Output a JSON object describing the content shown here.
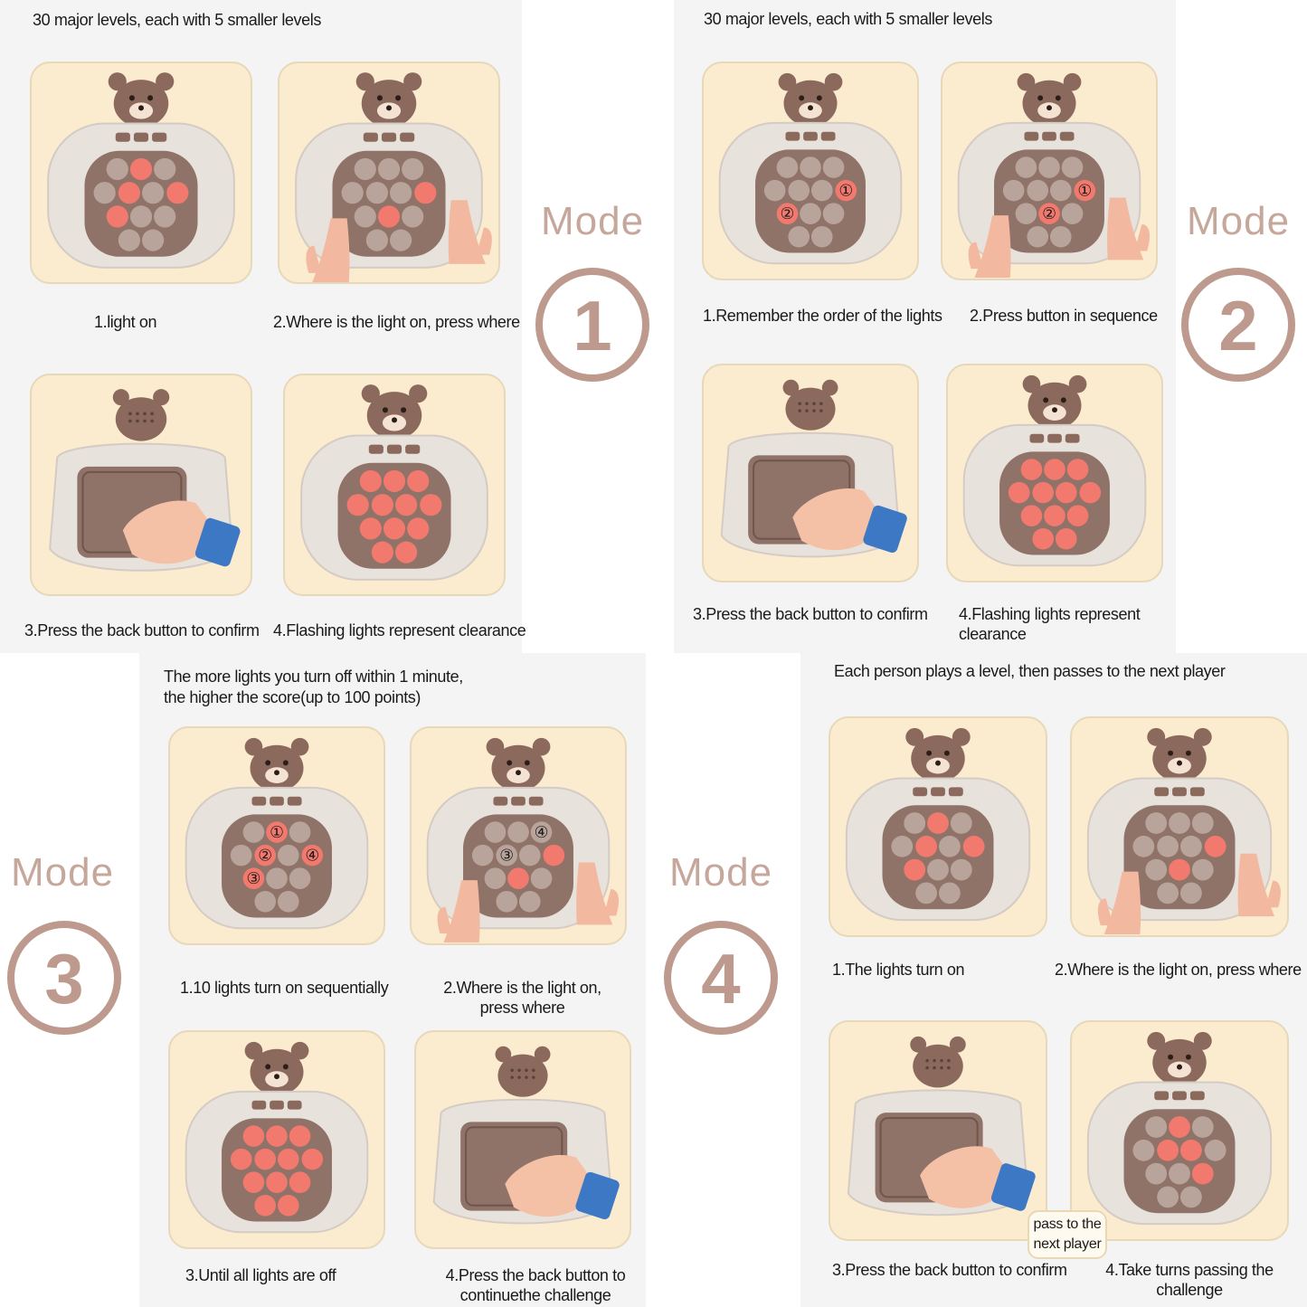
{
  "mode_word": "Mode",
  "colors": {
    "bezel": "#e8e2dc",
    "pad": "#8f7268",
    "button": "#b9a49b",
    "lit": "#f2796e",
    "bear": "#8b6a5d",
    "card_bg": "#fbeccf",
    "accent": "#bd9a8d"
  },
  "mode1": {
    "number": "1",
    "headline": "30 major levels, each with 5 smaller levels",
    "steps": [
      {
        "caption": "1.light on",
        "scene": "buttons",
        "lit": [
          1,
          4,
          6,
          7
        ],
        "labels": []
      },
      {
        "caption": "2.Where is the light on, press where",
        "scene": "buttons-hands",
        "lit": [
          8,
          6
        ],
        "labels": []
      },
      {
        "caption": "3.Press the back button to confirm",
        "scene": "back"
      },
      {
        "caption": "4.Flashing lights represent clearance",
        "scene": "buttons",
        "lit": [
          0,
          1,
          2,
          3,
          4,
          5,
          6,
          7,
          8,
          9,
          10,
          11
        ],
        "labels": []
      }
    ]
  },
  "mode2": {
    "number": "2",
    "headline": "30 major levels, each with 5 smaller levels",
    "steps": [
      {
        "caption": "1.Remember the order of the lights",
        "scene": "buttons",
        "lit": [
          6,
          7
        ],
        "labels": [
          {
            "btn": 6,
            "text": "①"
          },
          {
            "btn": 7,
            "text": "②"
          }
        ]
      },
      {
        "caption": "2.Press button in sequence",
        "scene": "buttons-hands",
        "lit": [
          6,
          8
        ],
        "labels": [
          {
            "btn": 6,
            "text": "①"
          },
          {
            "btn": 8,
            "text": "②"
          }
        ]
      },
      {
        "caption": "3.Press the back button to confirm",
        "scene": "back"
      },
      {
        "caption": "4.Flashing lights represent\nclearance",
        "scene": "buttons",
        "lit": [
          0,
          1,
          2,
          3,
          4,
          5,
          6,
          7,
          8,
          9,
          10,
          11
        ],
        "labels": []
      }
    ]
  },
  "mode3": {
    "number": "3",
    "headline": "The more lights you turn off within 1 minute,\nthe higher the score(up to 100 points)",
    "steps": [
      {
        "caption": "1.10 lights turn on sequentially",
        "scene": "buttons",
        "lit": [
          1,
          4,
          6,
          7
        ],
        "labels": [
          {
            "btn": 1,
            "text": "①"
          },
          {
            "btn": 4,
            "text": "②"
          },
          {
            "btn": 7,
            "text": "③"
          },
          {
            "btn": 6,
            "text": "④"
          }
        ]
      },
      {
        "caption": "2.Where is the light on,\npress where",
        "scene": "buttons-hands",
        "lit": [
          6,
          8
        ],
        "labels": [
          {
            "btn": 4,
            "text": "③"
          },
          {
            "btn": 2,
            "text": "④"
          }
        ]
      },
      {
        "caption": "3.Until all lights are off",
        "scene": "buttons",
        "lit": [
          0,
          1,
          2,
          3,
          4,
          5,
          6,
          7,
          8,
          9,
          10,
          11
        ],
        "labels": []
      },
      {
        "caption": "4.Press the back button to\ncontinuethe challenge",
        "scene": "back"
      }
    ]
  },
  "mode4": {
    "number": "4",
    "headline": "Each person plays a level, then passes to the next player",
    "badge": "pass to the\nnext player",
    "steps": [
      {
        "caption": "1.The lights turn on",
        "scene": "buttons",
        "lit": [
          1,
          4,
          6,
          7
        ],
        "labels": []
      },
      {
        "caption": "2.Where is the light on, press where",
        "scene": "buttons-hands",
        "lit": [
          8,
          6
        ],
        "labels": []
      },
      {
        "caption": "3.Press the back button to confirm",
        "scene": "back"
      },
      {
        "caption": "4.Take turns passing the\nchallenge",
        "scene": "buttons",
        "lit": [
          1,
          4,
          5,
          9
        ],
        "labels": []
      }
    ]
  }
}
